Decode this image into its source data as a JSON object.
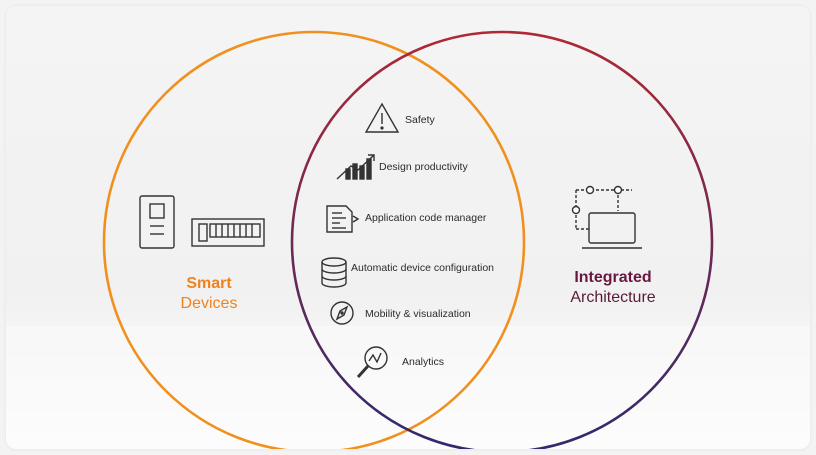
{
  "left_set": {
    "line1": "Smart",
    "line2": "Devices",
    "color": "#f0901e"
  },
  "right_set": {
    "line1": "Integrated",
    "line2": "Architecture",
    "color_top": "#a02a3a",
    "color_bottom": "#3a2a6a"
  },
  "items": [
    {
      "label": "Safety",
      "icon": "warning-icon"
    },
    {
      "label": "Design productivity",
      "icon": "trend-chart-icon"
    },
    {
      "label": "Application code manager",
      "icon": "code-editor-icon"
    },
    {
      "label": "Automatic device configuration",
      "icon": "database-icon"
    },
    {
      "label": "Mobility & visualization",
      "icon": "compass-icon"
    },
    {
      "label": "Analytics",
      "icon": "magnifier-icon"
    }
  ]
}
